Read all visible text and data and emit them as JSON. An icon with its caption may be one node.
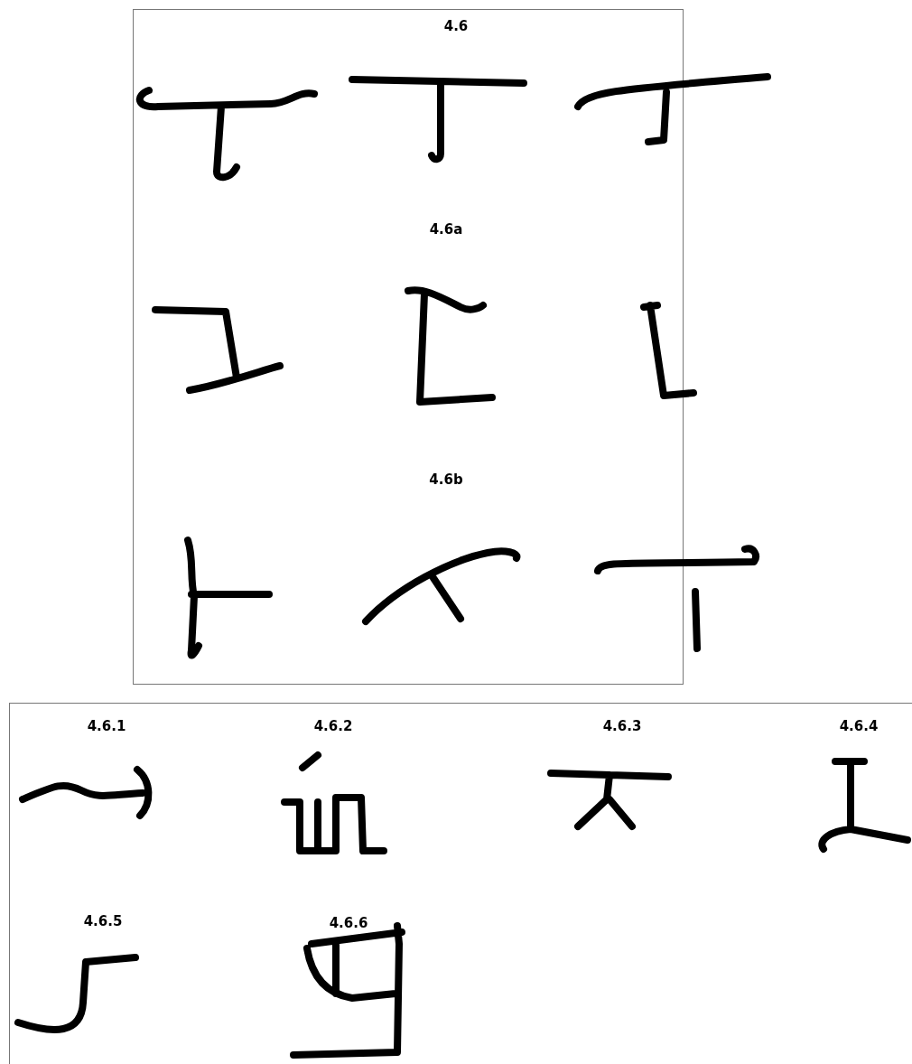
{
  "diagram": {
    "labels": [
      "4.6",
      "4.6a",
      "4.6b",
      "4.6.1",
      "4.6.2",
      "4.6.3",
      "4.6.4",
      "4.6.5",
      "4.6.6"
    ]
  }
}
